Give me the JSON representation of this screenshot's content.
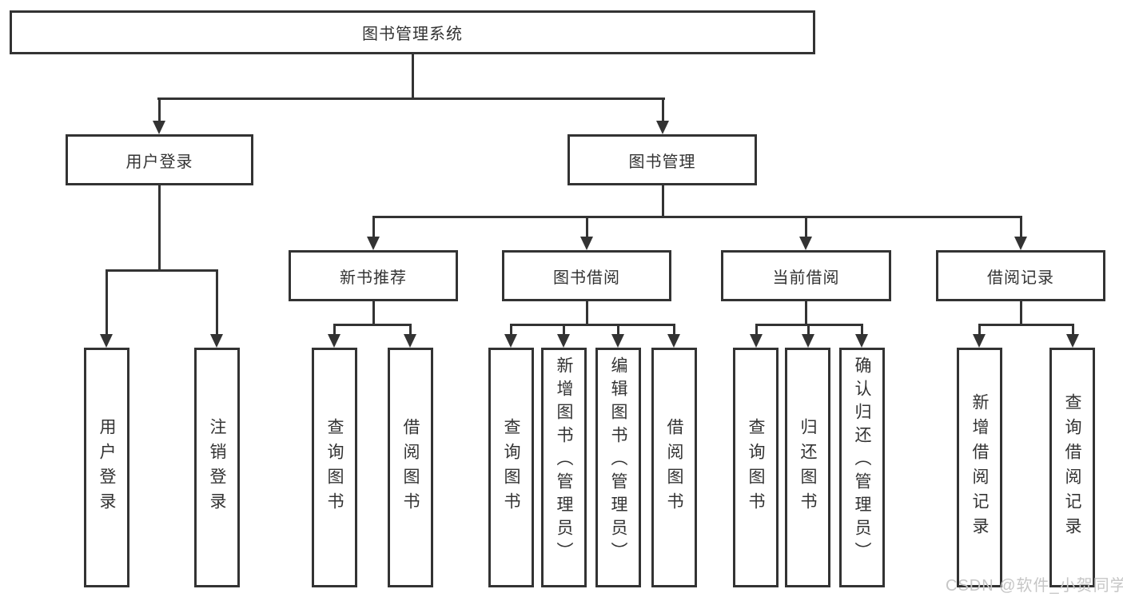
{
  "tree": {
    "root": {
      "label": "图书管理系统"
    },
    "branches": [
      {
        "label": "用户登录",
        "children": [
          {
            "label": "用户登录"
          },
          {
            "label": "注销登录"
          }
        ]
      },
      {
        "label": "图书管理",
        "children": [
          {
            "label": "新书推荐",
            "children": [
              {
                "label": "查询图书"
              },
              {
                "label": "借阅图书"
              }
            ]
          },
          {
            "label": "图书借阅",
            "children": [
              {
                "label": "查询图书"
              },
              {
                "label": "新增图书（管理员）"
              },
              {
                "label": "编辑图书（管理员）"
              },
              {
                "label": "借阅图书"
              }
            ]
          },
          {
            "label": "当前借阅",
            "children": [
              {
                "label": "查询图书"
              },
              {
                "label": "归还图书"
              },
              {
                "label": "确认归还（管理员）"
              }
            ]
          },
          {
            "label": "借阅记录",
            "children": [
              {
                "label": "新增借阅记录"
              },
              {
                "label": "查询借阅记录"
              }
            ]
          }
        ]
      }
    ]
  },
  "watermark": {
    "text": "CSDN @软件_小贺同学",
    "color": "#c6c6c6"
  },
  "colors": {
    "line": "#333333",
    "text": "#333333",
    "background": "#ffffff"
  }
}
